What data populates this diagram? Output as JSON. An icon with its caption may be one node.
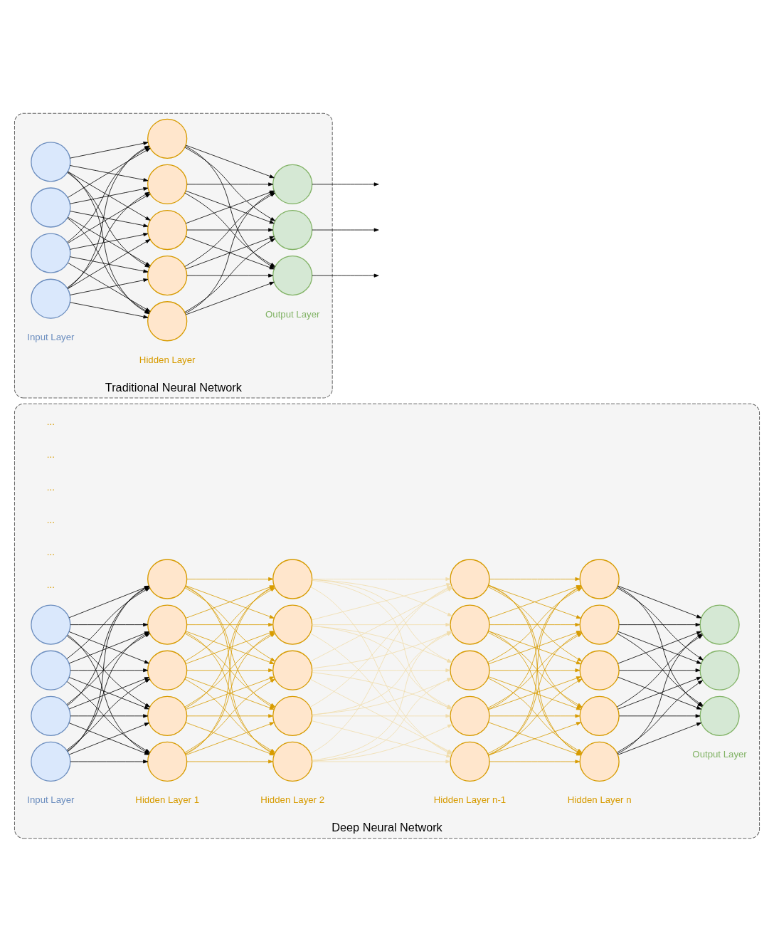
{
  "diagram": {
    "nodes": [
      {
        "text": [
          "Deep Neural Network"
        ]
      },
      {
        "text": [],
        "shape": "circle",
        "in": 0
      },
      {
        "text": [],
        "shape": "circle",
        "in": 0
      },
      {
        "text": [],
        "shape": "circle",
        "in": 0
      },
      {
        "text": [],
        "shape": "circle",
        "in": 0
      },
      {
        "text": [],
        "shape": "circle",
        "in": 0
      },
      {
        "text": [],
        "shape": "circle",
        "in": 0
      },
      {
        "text": [],
        "shape": "circle",
        "in": 0
      },
      {
        "text": [],
        "shape": "circle",
        "in": 0
      },
      {
        "text": [],
        "shape": "circle",
        "in": 0
      },
      {
        "text": [],
        "shape": "circle",
        "in": 0
      },
      {
        "text": [],
        "shape": "circle",
        "in": 0
      },
      {
        "text": [],
        "shape": "circle",
        "in": 0
      },
      {
        "text": [],
        "shape": "circle",
        "in": 0
      },
      {
        "text": [],
        "shape": "circle",
        "in": 0
      },
      {
        "text": [],
        "shape": "circle",
        "in": 0
      },
      {
        "text": [],
        "shape": "circle",
        "in": 0
      },
      {
        "text": [],
        "shape": "circle",
        "in": 0
      },
      {
        "text": [],
        "shape": "circle",
        "in": 0
      },
      {
        "text": [],
        "shape": "circle",
        "in": 0
      },
      {
        "text": [],
        "shape": "circle",
        "in": 0
      },
      {
        "text": [],
        "shape": "circle",
        "in": 0
      },
      {
        "text": [],
        "shape": "circle",
        "in": 0
      },
      {
        "text": [],
        "shape": "circle",
        "in": 0
      },
      {
        "text": [],
        "shape": "circle",
        "in": 0
      },
      {
        "text": [],
        "shape": "circle",
        "in": 0
      },
      {
        "text": [],
        "shape": "circle",
        "in": 0
      },
      {
        "text": [],
        "shape": "circle",
        "in": 0
      },
      {
        "text": [
          "Traditional Neural Network"
        ]
      },
      {
        "text": [],
        "shape": "circle",
        "in": 28
      },
      {
        "text": [],
        "shape": "circle",
        "in": 28
      },
      {
        "text": [],
        "shape": "circle",
        "in": 28
      },
      {
        "text": [],
        "shape": "circle",
        "in": 28
      },
      {
        "text": [],
        "shape": "circle",
        "in": 28
      },
      {
        "text": [],
        "shape": "circle",
        "in": 28
      },
      {
        "text": [],
        "shape": "circle",
        "in": 28
      },
      {
        "text": [],
        "shape": "circle",
        "in": 28
      },
      {
        "text": [],
        "shape": "circle",
        "in": 28
      },
      {
        "text": [],
        "shape": "circle",
        "in": 28
      },
      {
        "text": [],
        "shape": "circle",
        "in": 28
      },
      {
        "text": [],
        "shape": "circle",
        "in": 28
      }
    ],
    "edges": [
      {
        "from": 1,
        "to": 5,
        "arrow": "to"
      },
      {
        "from": 1,
        "to": 6,
        "arrow": "to"
      },
      {
        "from": 1,
        "to": 7,
        "arrow": "to"
      },
      {
        "from": 1,
        "to": 8,
        "arrow": "to"
      },
      {
        "from": 1,
        "to": 9,
        "arrow": "to"
      },
      {
        "from": 2,
        "to": 5,
        "arrow": "to"
      },
      {
        "from": 2,
        "to": 6,
        "arrow": "to"
      },
      {
        "from": 2,
        "to": 7,
        "arrow": "to"
      },
      {
        "from": 2,
        "to": 8,
        "arrow": "to"
      },
      {
        "from": 2,
        "to": 9,
        "arrow": "to"
      },
      {
        "from": 3,
        "to": 5,
        "arrow": "to"
      },
      {
        "from": 3,
        "to": 6,
        "arrow": "to"
      },
      {
        "from": 3,
        "to": 7,
        "arrow": "to"
      },
      {
        "from": 3,
        "to": 8,
        "arrow": "to"
      },
      {
        "from": 3,
        "to": 9,
        "arrow": "to"
      },
      {
        "from": 4,
        "to": 5,
        "arrow": "to"
      },
      {
        "from": 4,
        "to": 6,
        "arrow": "to"
      },
      {
        "from": 4,
        "to": 7,
        "arrow": "to"
      },
      {
        "from": 4,
        "to": 8,
        "arrow": "to"
      },
      {
        "from": 4,
        "to": 9,
        "arrow": "to"
      },
      {
        "from": 5,
        "to": 10,
        "arrow": "to",
        "color": "#d79b00"
      },
      {
        "from": 5,
        "to": 11,
        "arrow": "to",
        "color": "#d79b00"
      },
      {
        "from": 5,
        "to": 12,
        "arrow": "to",
        "color": "#d79b00"
      },
      {
        "from": 5,
        "to": 13,
        "arrow": "to",
        "color": "#d79b00"
      },
      {
        "from": 5,
        "to": 14,
        "arrow": "to",
        "color": "#d79b00"
      },
      {
        "from": 6,
        "to": 10,
        "arrow": "to",
        "color": "#d79b00"
      },
      {
        "from": 6,
        "to": 11,
        "arrow": "to",
        "color": "#d79b00"
      },
      {
        "from": 6,
        "to": 12,
        "arrow": "to",
        "color": "#d79b00"
      },
      {
        "from": 6,
        "to": 13,
        "arrow": "to",
        "color": "#d79b00"
      },
      {
        "from": 6,
        "to": 14,
        "arrow": "to",
        "color": "#d79b00"
      },
      {
        "from": 7,
        "to": 10,
        "arrow": "to",
        "color": "#d79b00"
      },
      {
        "from": 7,
        "to": 11,
        "arrow": "to",
        "color": "#d79b00"
      },
      {
        "from": 7,
        "to": 12,
        "arrow": "to",
        "color": "#d79b00"
      },
      {
        "from": 7,
        "to": 13,
        "arrow": "to",
        "color": "#d79b00"
      },
      {
        "from": 7,
        "to": 14,
        "arrow": "to",
        "color": "#d79b00"
      },
      {
        "from": 8,
        "to": 10,
        "arrow": "to",
        "color": "#d79b00"
      },
      {
        "from": 8,
        "to": 11,
        "arrow": "to",
        "color": "#d79b00"
      },
      {
        "from": 8,
        "to": 12,
        "arrow": "to",
        "color": "#d79b00"
      },
      {
        "from": 8,
        "to": 13,
        "arrow": "to",
        "color": "#d79b00"
      },
      {
        "from": 8,
        "to": 14,
        "arrow": "to",
        "color": "#d79b00"
      },
      {
        "from": 9,
        "to": 10,
        "arrow": "to",
        "color": "#d79b00"
      },
      {
        "from": 9,
        "to": 11,
        "arrow": "to",
        "color": "#d79b00"
      },
      {
        "from": 9,
        "to": 12,
        "arrow": "to",
        "color": "#d79b00"
      },
      {
        "from": 9,
        "to": 13,
        "arrow": "to",
        "color": "#d79b00"
      },
      {
        "from": 9,
        "to": 14,
        "arrow": "to",
        "color": "#d79b00"
      },
      {
        "from": 10,
        "to": 15,
        "arrow": "to",
        "color": "#f0dcab"
      },
      {
        "from": 10,
        "to": 16,
        "arrow": "to",
        "color": "#f0dcab"
      },
      {
        "from": 10,
        "to": 17,
        "arrow": "to",
        "color": "#f0dcab"
      },
      {
        "from": 10,
        "to": 18,
        "arrow": "to",
        "color": "#f0dcab"
      },
      {
        "from": 10,
        "to": 19,
        "arrow": "to",
        "color": "#f0dcab"
      },
      {
        "from": 11,
        "to": 15,
        "arrow": "to",
        "color": "#f0dcab"
      },
      {
        "from": 11,
        "to": 16,
        "arrow": "to",
        "color": "#f0dcab"
      },
      {
        "from": 11,
        "to": 17,
        "arrow": "to",
        "color": "#f0dcab"
      },
      {
        "from": 11,
        "to": 18,
        "arrow": "to",
        "color": "#f0dcab"
      },
      {
        "from": 11,
        "to": 19,
        "arrow": "to",
        "color": "#f0dcab"
      },
      {
        "from": 12,
        "to": 15,
        "arrow": "to",
        "color": "#f0dcab"
      },
      {
        "from": 12,
        "to": 16,
        "arrow": "to",
        "color": "#f0dcab"
      },
      {
        "from": 12,
        "to": 17,
        "arrow": "to",
        "color": "#f0dcab"
      },
      {
        "from": 12,
        "to": 18,
        "arrow": "to",
        "color": "#f0dcab"
      },
      {
        "from": 12,
        "to": 19,
        "arrow": "to",
        "color": "#f0dcab"
      },
      {
        "from": 13,
        "to": 15,
        "arrow": "to",
        "color": "#f0dcab"
      },
      {
        "from": 13,
        "to": 16,
        "arrow": "to",
        "color": "#f0dcab"
      },
      {
        "from": 13,
        "to": 17,
        "arrow": "to",
        "color": "#f0dcab"
      },
      {
        "from": 13,
        "to": 18,
        "arrow": "to",
        "color": "#f0dcab"
      },
      {
        "from": 13,
        "to": 19,
        "arrow": "to",
        "color": "#f0dcab"
      },
      {
        "from": 14,
        "to": 15,
        "arrow": "to",
        "color": "#f0dcab"
      },
      {
        "from": 14,
        "to": 16,
        "arrow": "to",
        "color": "#f0dcab"
      },
      {
        "from": 14,
        "to": 17,
        "arrow": "to",
        "color": "#f0dcab"
      },
      {
        "from": 14,
        "to": 18,
        "arrow": "to",
        "color": "#f0dcab"
      },
      {
        "from": 14,
        "to": 19,
        "arrow": "to",
        "color": "#f0dcab"
      },
      {
        "from": 15,
        "to": 20,
        "arrow": "to",
        "color": "#d79b00"
      },
      {
        "from": 15,
        "to": 21,
        "arrow": "to",
        "color": "#d79b00"
      },
      {
        "from": 15,
        "to": 22,
        "arrow": "to",
        "color": "#d79b00"
      },
      {
        "from": 15,
        "to": 23,
        "arrow": "to",
        "color": "#d79b00"
      },
      {
        "from": 15,
        "to": 24,
        "arrow": "to",
        "color": "#d79b00"
      },
      {
        "from": 16,
        "to": 20,
        "arrow": "to",
        "color": "#d79b00"
      },
      {
        "from": 16,
        "to": 21,
        "arrow": "to",
        "color": "#d79b00"
      },
      {
        "from": 16,
        "to": 22,
        "arrow": "to",
        "color": "#d79b00"
      },
      {
        "from": 16,
        "to": 23,
        "arrow": "to",
        "color": "#d79b00"
      },
      {
        "from": 16,
        "to": 24,
        "arrow": "to",
        "color": "#d79b00"
      },
      {
        "from": 17,
        "to": 20,
        "arrow": "to",
        "color": "#d79b00"
      },
      {
        "from": 17,
        "to": 21,
        "arrow": "to",
        "color": "#d79b00"
      },
      {
        "from": 17,
        "to": 22,
        "arrow": "to",
        "color": "#d79b00"
      },
      {
        "from": 17,
        "to": 23,
        "arrow": "to",
        "color": "#d79b00"
      },
      {
        "from": 17,
        "to": 24,
        "arrow": "to",
        "color": "#d79b00"
      },
      {
        "from": 18,
        "to": 20,
        "arrow": "to",
        "color": "#d79b00"
      },
      {
        "from": 18,
        "to": 21,
        "arrow": "to",
        "color": "#d79b00"
      },
      {
        "from": 18,
        "to": 22,
        "arrow": "to",
        "color": "#d79b00"
      },
      {
        "from": 18,
        "to": 23,
        "arrow": "to",
        "color": "#d79b00"
      },
      {
        "from": 18,
        "to": 24,
        "arrow": "to",
        "color": "#d79b00"
      },
      {
        "from": 19,
        "to": 20,
        "arrow": "to",
        "color": "#d79b00"
      },
      {
        "from": 19,
        "to": 21,
        "arrow": "to",
        "color": "#d79b00"
      },
      {
        "from": 19,
        "to": 22,
        "arrow": "to",
        "color": "#d79b00"
      },
      {
        "from": 19,
        "to": 23,
        "arrow": "to",
        "color": "#d79b00"
      },
      {
        "from": 19,
        "to": 24,
        "arrow": "to",
        "color": "#d79b00"
      },
      {
        "from": 20,
        "to": 25,
        "arrow": "to"
      },
      {
        "from": 20,
        "to": 26,
        "arrow": "to"
      },
      {
        "from": 20,
        "to": 27,
        "arrow": "to"
      },
      {
        "from": 21,
        "to": 25,
        "arrow": "to"
      },
      {
        "from": 21,
        "to": 26,
        "arrow": "to"
      },
      {
        "from": 21,
        "to": 27,
        "arrow": "to"
      },
      {
        "from": 22,
        "to": 25,
        "arrow": "to"
      },
      {
        "from": 22,
        "to": 26,
        "arrow": "to"
      },
      {
        "from": 22,
        "to": 27,
        "arrow": "to"
      },
      {
        "from": 23,
        "to": 25,
        "arrow": "to"
      },
      {
        "from": 23,
        "to": 26,
        "arrow": "to"
      },
      {
        "from": 23,
        "to": 27,
        "arrow": "to"
      },
      {
        "from": 24,
        "to": 25,
        "arrow": "to"
      },
      {
        "from": 24,
        "to": 26,
        "arrow": "to"
      },
      {
        "from": 24,
        "to": 27,
        "arrow": "to"
      },
      {
        "from": 29,
        "to": 33,
        "arrow": "to"
      },
      {
        "from": 29,
        "to": 34,
        "arrow": "to"
      },
      {
        "from": 29,
        "to": 35,
        "arrow": "to"
      },
      {
        "from": 29,
        "to": 36,
        "arrow": "to"
      },
      {
        "from": 29,
        "to": 37,
        "arrow": "to"
      },
      {
        "from": 30,
        "to": 33,
        "arrow": "to"
      },
      {
        "from": 30,
        "to": 34,
        "arrow": "to"
      },
      {
        "from": 30,
        "to": 35,
        "arrow": "to"
      },
      {
        "from": 30,
        "to": 36,
        "arrow": "to"
      },
      {
        "from": 30,
        "to": 37,
        "arrow": "to"
      },
      {
        "from": 31,
        "to": 33,
        "arrow": "to"
      },
      {
        "from": 31,
        "to": 34,
        "arrow": "to"
      },
      {
        "from": 31,
        "to": 35,
        "arrow": "to"
      },
      {
        "from": 31,
        "to": 36,
        "arrow": "to"
      },
      {
        "from": 31,
        "to": 37,
        "arrow": "to"
      },
      {
        "from": 32,
        "to": 33,
        "arrow": "to"
      },
      {
        "from": 32,
        "to": 34,
        "arrow": "to"
      },
      {
        "from": 32,
        "to": 35,
        "arrow": "to"
      },
      {
        "from": 32,
        "to": 36,
        "arrow": "to"
      },
      {
        "from": 32,
        "to": 37,
        "arrow": "to"
      },
      {
        "from": 33,
        "to": 38,
        "arrow": "to"
      },
      {
        "from": 33,
        "to": 39,
        "arrow": "to"
      },
      {
        "from": 33,
        "to": 40,
        "arrow": "to"
      },
      {
        "from": 34,
        "to": 38,
        "arrow": "to"
      },
      {
        "from": 34,
        "to": 39,
        "arrow": "to"
      },
      {
        "from": 34,
        "to": 40,
        "arrow": "to"
      },
      {
        "from": 35,
        "to": 38,
        "arrow": "to"
      },
      {
        "from": 35,
        "to": 39,
        "arrow": "to"
      },
      {
        "from": 35,
        "to": 40,
        "arrow": "to"
      },
      {
        "from": 36,
        "to": 38,
        "arrow": "to"
      },
      {
        "from": 36,
        "to": 39,
        "arrow": "to"
      },
      {
        "from": 36,
        "to": 40,
        "arrow": "to"
      },
      {
        "from": 37,
        "to": 38,
        "arrow": "to"
      },
      {
        "from": 37,
        "to": 39,
        "arrow": "to"
      },
      {
        "from": 37,
        "to": 40,
        "arrow": "to"
      },
      {
        "from": 38,
        "to": null,
        "arrow": "to"
      },
      {
        "from": 39,
        "to": null,
        "arrow": "to"
      },
      {
        "from": 40,
        "to": null,
        "arrow": "to"
      }
    ],
    "labels": [
      "Hidden Layer 1",
      "Hidden Layer 2",
      "...",
      "Hidden Layer n-1",
      "Hidden Layer n",
      "Input Layer",
      "...",
      "Output Layer",
      "...",
      "...",
      "...",
      "...",
      "Hidden Layer",
      "Input Layer",
      "Output Layer"
    ]
  }
}
